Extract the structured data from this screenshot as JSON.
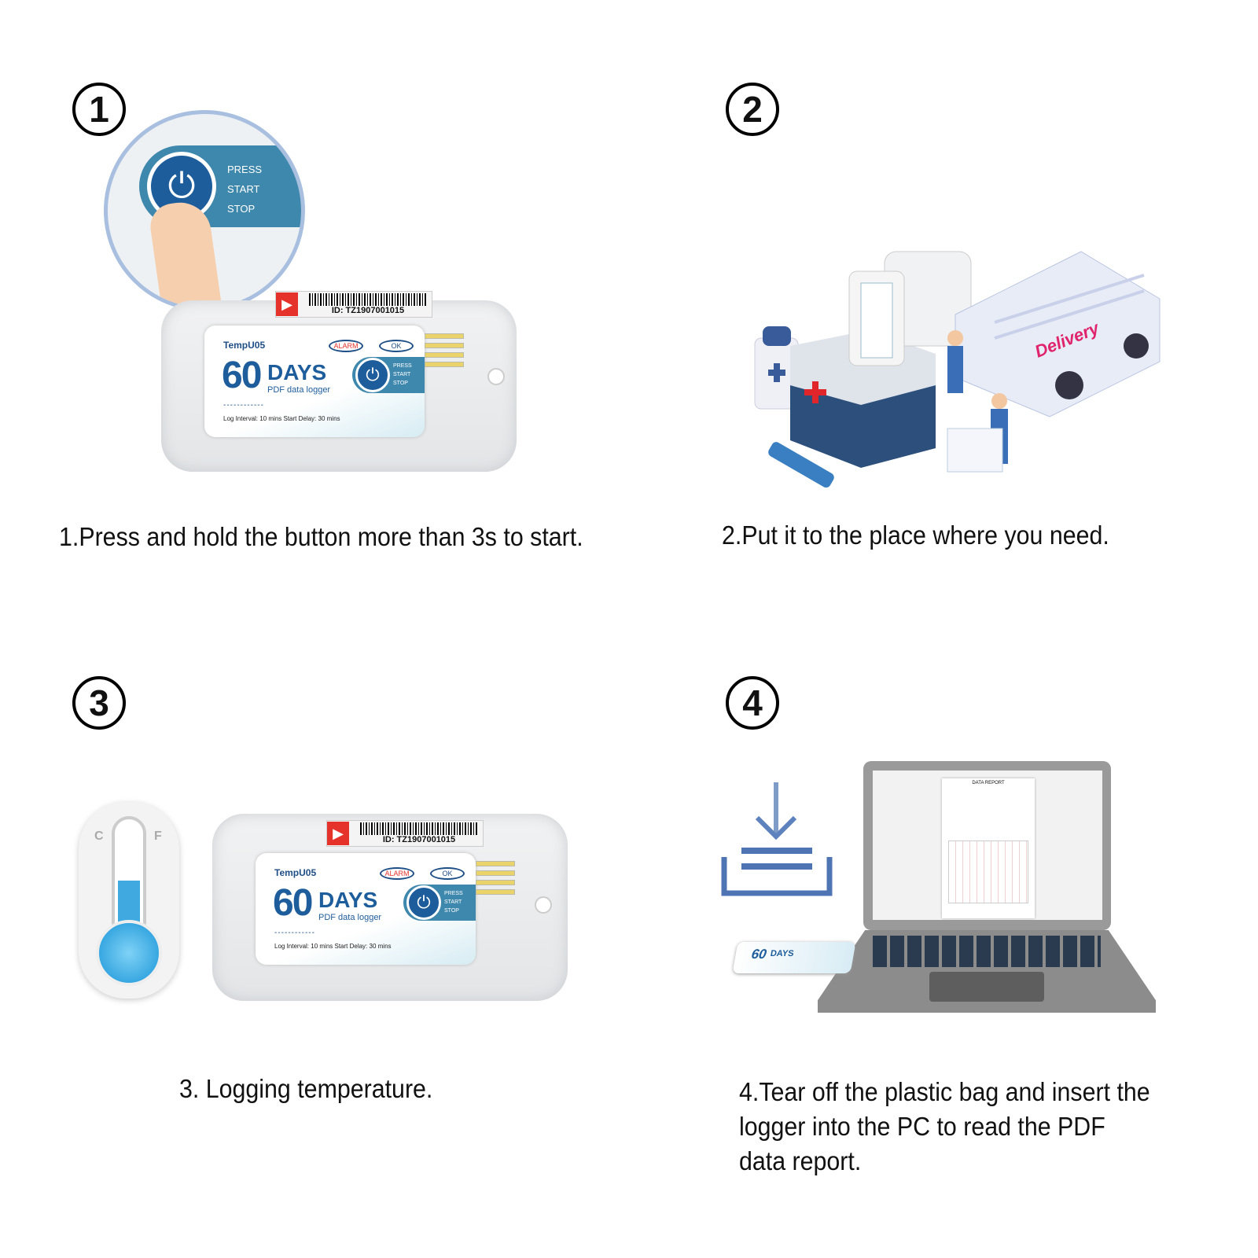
{
  "steps": [
    {
      "number": "1",
      "caption": "1.Press and hold the button more than 3s to start."
    },
    {
      "number": "2",
      "caption": "2.Put it to the place where you need."
    },
    {
      "number": "3",
      "caption": "3. Logging temperature."
    },
    {
      "number": "4",
      "caption_lines": [
        "4.Tear off the plastic bag and insert the",
        "logger into the PC to read the PDF",
        "data report."
      ]
    }
  ],
  "device": {
    "id": "ID: TZ1907001015",
    "model": "TempU05",
    "alarm": "ALARM",
    "ok": "OK",
    "days_number": "60",
    "days_word": "DAYS",
    "subtitle": "PDF data logger",
    "dashes": "------------",
    "spec": "Log Interval: 10 mins   Start Delay: 30 mins",
    "press": "PRESS",
    "start": "START",
    "stop": "STOP"
  },
  "delivery_van_text": "Delivery",
  "thermometer": {
    "left_scale": "C",
    "right_scale": "F"
  },
  "report_title": "DATA REPORT",
  "colors": {
    "brand_blue": "#1e5d9c",
    "panel_blue": "#3f88ad",
    "alarm_red": "#e5322a",
    "van_pink": "#e0246c"
  }
}
